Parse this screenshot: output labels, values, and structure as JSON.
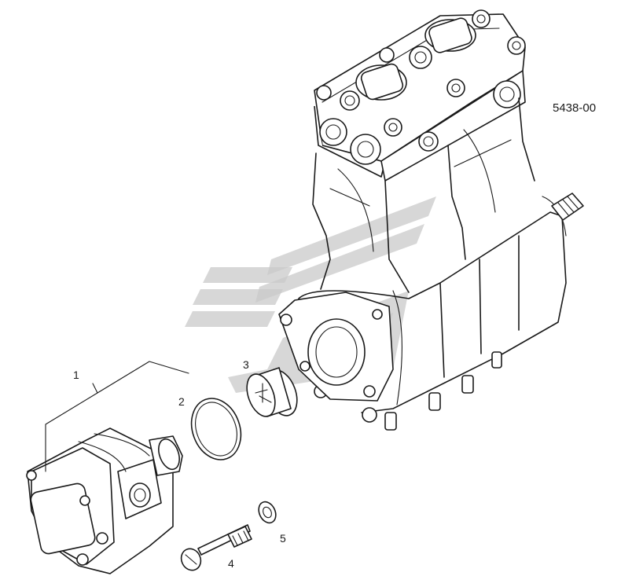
{
  "drawing_code": "5438-00",
  "callouts": [
    {
      "number": "1"
    },
    {
      "number": "2"
    },
    {
      "number": "3"
    },
    {
      "number": "4"
    },
    {
      "number": "5"
    }
  ]
}
